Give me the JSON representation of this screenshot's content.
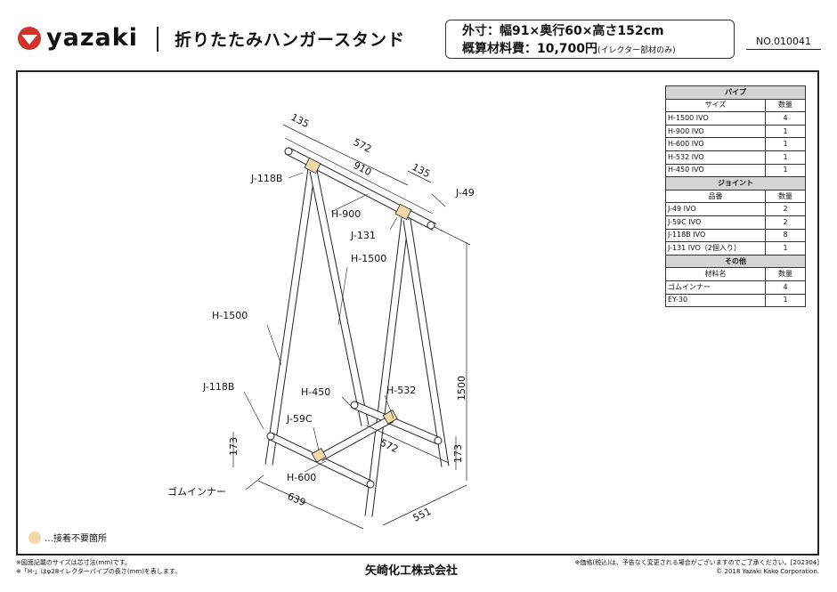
{
  "header": {
    "logo_text": "yazaki",
    "title": "折りたたみハンガースタンド",
    "spec_size": "外寸：幅91×奥行60×高さ152cm",
    "spec_cost": "概算材料費：10,700円",
    "spec_cost_note": "(イレクター部材のみ)",
    "product_no": "NO.010041"
  },
  "parts_table": {
    "pipe_section": "パイプ",
    "pipe_cols": [
      "サイズ",
      "数量"
    ],
    "pipes": [
      {
        "name": "H-1500 IVO",
        "qty": "4"
      },
      {
        "name": "H-900 IVO",
        "qty": "1"
      },
      {
        "name": "H-600 IVO",
        "qty": "1"
      },
      {
        "name": "H-532 IVO",
        "qty": "1"
      },
      {
        "name": "H-450 IVO",
        "qty": "1"
      }
    ],
    "joint_section": "ジョイント",
    "joint_cols": [
      "品番",
      "数量"
    ],
    "joints": [
      {
        "name": "J-49 IVO",
        "qty": "2"
      },
      {
        "name": "J-59C IVO",
        "qty": "2"
      },
      {
        "name": "J-118B IVO",
        "qty": "8"
      },
      {
        "name": "J-131 IVO（2個入り）",
        "qty": "1"
      }
    ],
    "other_section": "その他",
    "other_cols": [
      "材料名",
      "数量"
    ],
    "others": [
      {
        "name": "ゴムインナー",
        "qty": "4"
      },
      {
        "name": "EY-30",
        "qty": "1"
      }
    ]
  },
  "diagram": {
    "labels": {
      "j118b_top": "J-118B",
      "h900": "H-900",
      "j131": "J-131",
      "h1500_right": "H-1500",
      "j49": "J-49",
      "h1500_left": "H-1500",
      "j118b_bottom": "J-118B",
      "h450": "H-450",
      "h532": "H-532",
      "j59c": "J-59C",
      "h600": "H-600",
      "rubber": "ゴムインナー"
    },
    "dims": {
      "d135_left": "135",
      "d572_top": "572",
      "d910": "910",
      "d135_right": "135",
      "d1500": "1500",
      "d173_left": "173",
      "d173_right": "173",
      "d572_base": "572",
      "d639": "639",
      "d551": "551"
    },
    "highlight_color": "#f2d9a8"
  },
  "legend": {
    "text": "…接着不要箇所"
  },
  "footer": {
    "note1": "※図面記載のサイズは芯寸法(mm)です。",
    "note2": "※「H-」はφ28イレクターパイプの長さ(mm)を表します。",
    "company": "矢崎化工株式会社",
    "price_note": "※価格(税込)は、予告なく変更される場合がございますのでご了承ください。[202304]",
    "copyright": "© 2018 Yazaki Kako Corporation."
  }
}
